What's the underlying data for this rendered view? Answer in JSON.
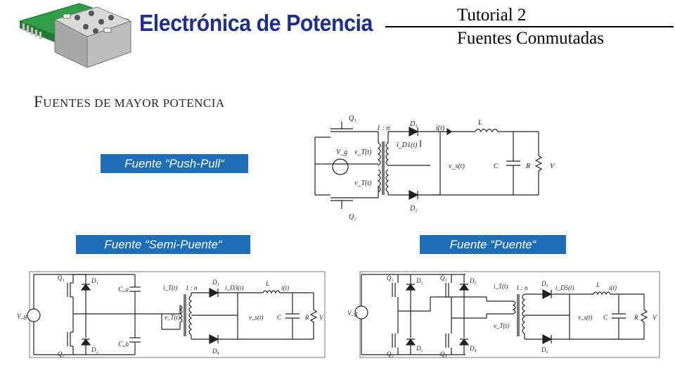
{
  "header": {
    "title": "Electrónica de Potencia",
    "tutorial": "Tutorial 2",
    "subtitle": "Fuentes Conmutadas"
  },
  "section": {
    "first_letter": "F",
    "rest": "UENTES DE MAYOR POTENCIA"
  },
  "labels": {
    "push_pull": "Fuente “Push-Pull“",
    "half_bridge": "Fuente “Semi-Puente“",
    "full_bridge": "Fuente “Puente“"
  },
  "colors": {
    "title": "#1f2f8f",
    "label_bg": "#1e6fb8",
    "pcb": "#2f9e46"
  },
  "figures": {
    "logo": "power-module-photo",
    "circuits": [
      "push-pull-circuit",
      "half-bridge-circuit",
      "full-bridge-circuit"
    ]
  },
  "diagram_labels": {
    "push_pull": {
      "q1": "Q₁",
      "q2": "Q₂",
      "d1": "D₁",
      "d2": "D₂",
      "l": "L",
      "c": "C",
      "r": "R",
      "vg": "V_g",
      "v": "V",
      "vt1": "v_T(t)",
      "vt2": "v_T(t)",
      "it": "i(t)",
      "id1": "i_D1(t)",
      "vs": "v_s(t)",
      "ratio": "1 : n"
    },
    "half_bridge": {
      "q1": "Q₁",
      "q2": "Q₂",
      "d1": "D₁",
      "d2": "D₂",
      "d3": "D₃",
      "d4": "D₄",
      "ca": "C_a",
      "cb": "C_b",
      "vg": "V_g",
      "l": "L",
      "c": "C",
      "r": "R",
      "v": "V",
      "it": "i_T(t)",
      "id3": "i_D3(t)",
      "il": "i(t)",
      "vt": "v_T(t)",
      "vs": "v_s(t)",
      "ratio": "1 : n"
    },
    "full_bridge": {
      "q1": "Q₁",
      "q2": "Q₂",
      "q3": "Q₃",
      "q4": "Q₄",
      "d1": "D₁",
      "d2": "D₂",
      "d3": "D₃",
      "d4": "D₄",
      "d5": "D₅",
      "d6": "D₆",
      "vg": "V_g",
      "l": "L",
      "c": "C",
      "r": "R",
      "v": "V",
      "it": "i_T(t)",
      "id5": "i_D5(t)",
      "il": "i(t)",
      "vt": "v_T(t)",
      "vs": "v_s(t)",
      "ratio": "1 : n"
    }
  }
}
